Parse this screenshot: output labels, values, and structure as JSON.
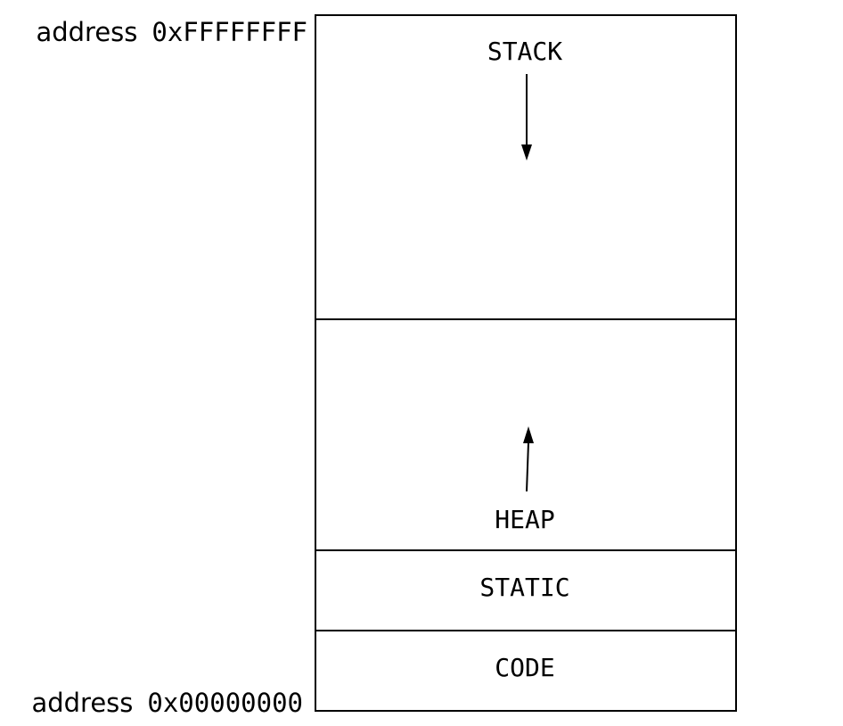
{
  "addresses": {
    "top": {
      "word": "address",
      "hex": "0xFFFFFFFF"
    },
    "bottom": {
      "word": "address",
      "hex": "0x00000000"
    }
  },
  "segments": {
    "stack": {
      "label": "STACK",
      "growth": "down"
    },
    "heap": {
      "label": "HEAP",
      "growth": "up"
    },
    "static": {
      "label": "STATIC"
    },
    "code": {
      "label": "CODE"
    }
  }
}
